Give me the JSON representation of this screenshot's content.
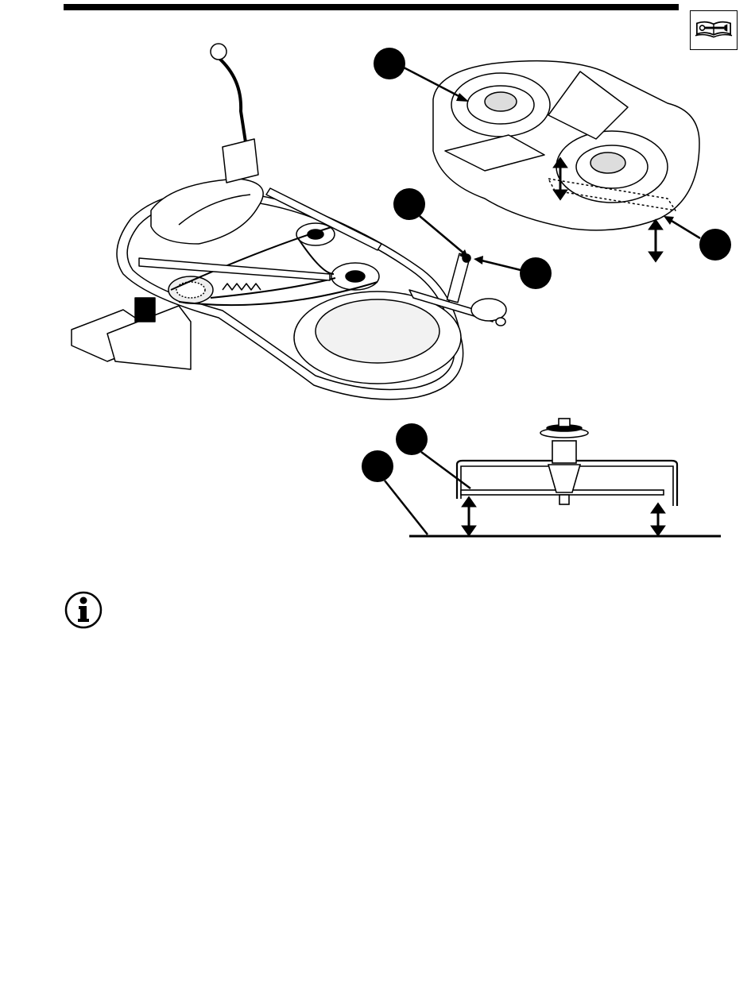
{
  "page": {
    "header_rule": "solid-black-bar",
    "badge_icon": "manual-book-wrench-icon",
    "note_icon": "information-icon"
  },
  "figures": [
    {
      "name": "mower-deck-assembly",
      "callouts": 2
    },
    {
      "name": "deck-underside-height-marks",
      "callouts": 2
    },
    {
      "name": "blade-to-ground-height-section",
      "callouts": 2
    }
  ],
  "colors": {
    "ink": "#000000",
    "paper": "#ffffff",
    "shade": "#e6e6e6"
  }
}
